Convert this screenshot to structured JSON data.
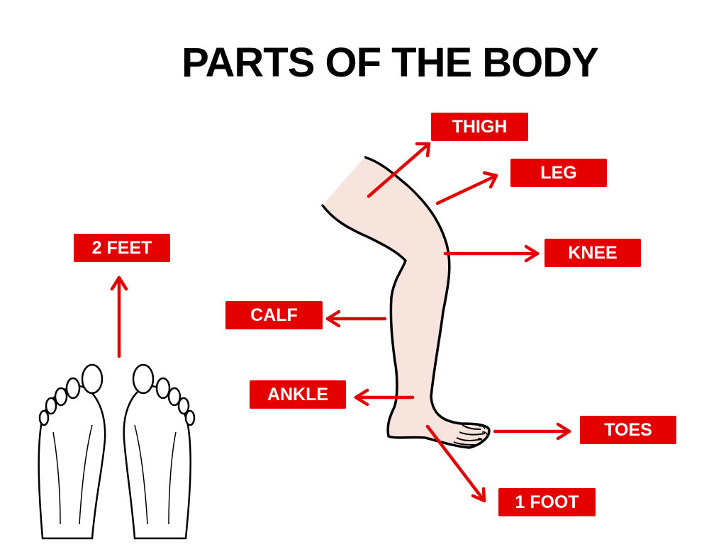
{
  "title": "PARTS OF THE BODY",
  "labels": {
    "thigh": "THIGH",
    "leg": "LEG",
    "knee": "KNEE",
    "feet": "2 FEET",
    "calf": "CALF",
    "ankle": "ANKLE",
    "toes": "TOES",
    "foot": "1 FOOT"
  },
  "colors": {
    "label_bg": "#e50000",
    "arrow": "#e50000",
    "skin": "#f7e4dc",
    "outline": "#000000"
  }
}
